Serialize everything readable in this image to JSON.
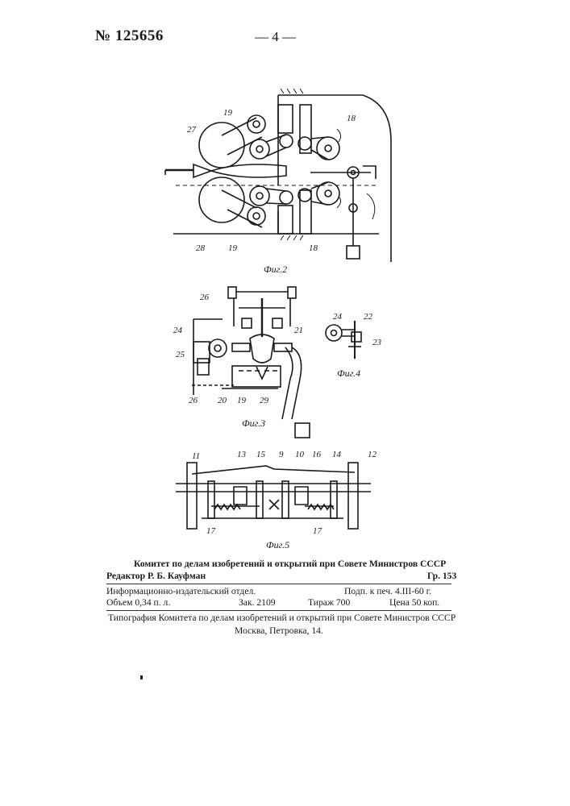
{
  "header": {
    "patent_number": "№ 125656",
    "page_marker": "— 4 —"
  },
  "figures": {
    "fig2": {
      "caption": "Фиг.2",
      "labels": [
        "19",
        "18",
        "27",
        "28",
        "19",
        "18"
      ]
    },
    "fig3": {
      "caption": "Фиг.3",
      "labels": [
        "26",
        "24",
        "25",
        "21",
        "26",
        "20",
        "19",
        "29"
      ]
    },
    "fig4": {
      "caption": "Фиг.4",
      "labels": [
        "24",
        "22",
        "23"
      ]
    },
    "fig5": {
      "caption": "Фиг.5",
      "labels": [
        "11",
        "13",
        "15",
        "9",
        "10",
        "16",
        "14",
        "12",
        "17",
        "17"
      ]
    }
  },
  "imprint": {
    "committee": "Комитет по делам изобретений и открытий при Совете Министров СССР",
    "editor": "Редактор Р. Б. Кауфман",
    "group": "Гр. 153",
    "dept": "Информационно-издательский отдел.",
    "signed": "Подп. к печ. 4.III-60 г.",
    "volume": "Объем 0,34 п. л.",
    "order": "Зак. 2109",
    "circulation": "Тираж 700",
    "price": "Цена 50 коп.",
    "printing_house": "Типография Комитета по делам изобретений и открытий при Совете Министров СССР",
    "address": "Москва, Петровка, 14."
  }
}
